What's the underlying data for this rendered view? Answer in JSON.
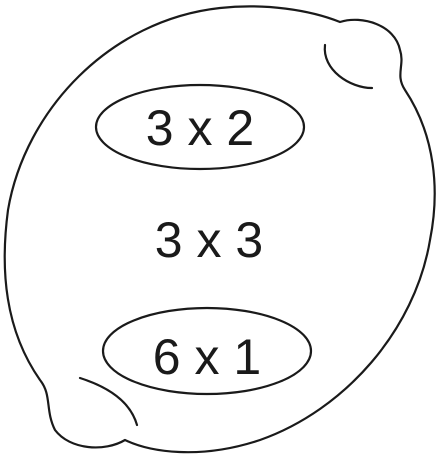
{
  "expressions": {
    "top": "3 x 2",
    "middle": "3 x 3",
    "bottom": "6 x 1"
  },
  "circled": [
    "top",
    "bottom"
  ],
  "colors": {
    "stroke": "#1a1a1a",
    "text": "#1a1a1a",
    "background": "#ffffff"
  }
}
